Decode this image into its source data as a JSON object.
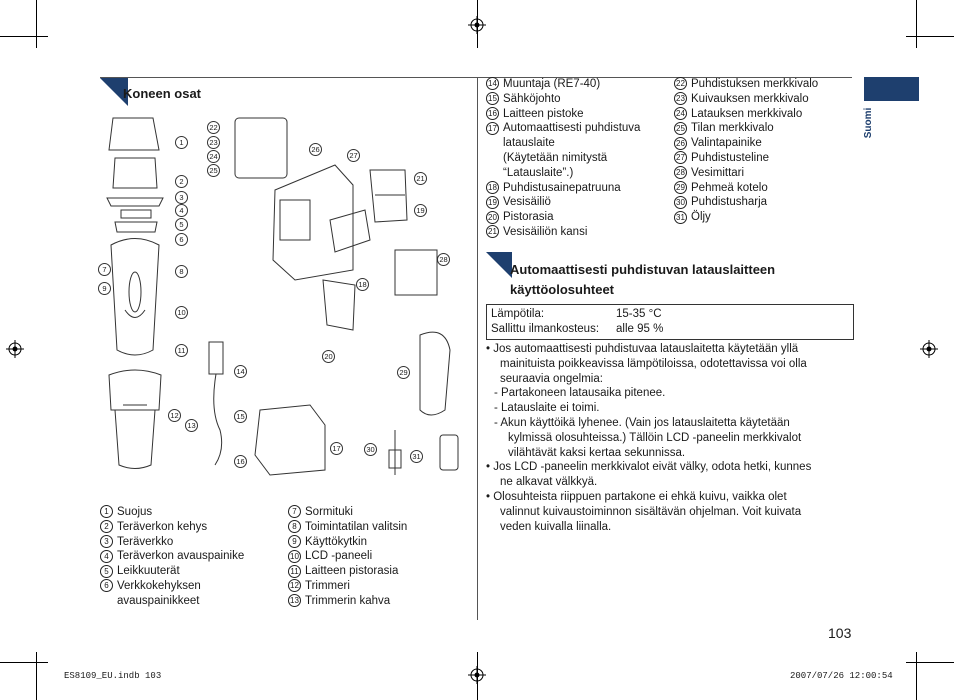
{
  "section1": {
    "title": "Koneen osat"
  },
  "section2": {
    "title_line1": "Automaattisesti puhdistuvan latauslaitteen",
    "title_line2": "käyttöolosuhteet"
  },
  "side_tab": "Suomi",
  "page_number": "103",
  "footer": {
    "file": "ES8109_EU.indb   103",
    "date": "2007/07/26   12:00:54"
  },
  "parts_col1": [
    {
      "num": "1",
      "label": "Suojus"
    },
    {
      "num": "2",
      "label": "Teräverkon kehys"
    },
    {
      "num": "3",
      "label": "Teräverkko"
    },
    {
      "num": "4",
      "label": "Teräverkon avauspainike"
    },
    {
      "num": "5",
      "label": "Leikkuuterät"
    },
    {
      "num": "6",
      "label": "Verkkokehyksen",
      "cont": "avauspainikkeet"
    }
  ],
  "parts_col2": [
    {
      "num": "7",
      "label": "Sormituki"
    },
    {
      "num": "8",
      "label": "Toimintatilan valitsin"
    },
    {
      "num": "9",
      "label": "Käyttökytkin"
    },
    {
      "num": "10",
      "label": "LCD -paneeli"
    },
    {
      "num": "11",
      "label": "Laitteen pistorasia"
    },
    {
      "num": "12",
      "label": "Trimmeri"
    },
    {
      "num": "13",
      "label": "Trimmerin kahva"
    }
  ],
  "parts_col3": [
    {
      "num": "14",
      "label": "Muuntaja (RE7-40)"
    },
    {
      "num": "15",
      "label": "Sähköjohto"
    },
    {
      "num": "16",
      "label": "Laitteen pistoke"
    },
    {
      "num": "17",
      "label": "Automaattisesti puhdistuva",
      "cont": "latauslaite",
      "cont2": "(Käytetään nimitystä",
      "cont3": "“Latauslaite”.)"
    },
    {
      "num": "18",
      "label": "Puhdistusainepatruuna"
    },
    {
      "num": "19",
      "label": "Vesisäiliö"
    },
    {
      "num": "20",
      "label": "Pistorasia"
    },
    {
      "num": "21",
      "label": "Vesisäiliön kansi"
    }
  ],
  "parts_col4": [
    {
      "num": "22",
      "label": "Puhdistuksen merkkivalo"
    },
    {
      "num": "23",
      "label": "Kuivauksen merkkivalo"
    },
    {
      "num": "24",
      "label": "Latauksen merkkivalo"
    },
    {
      "num": "25",
      "label": "Tilan merkkivalo"
    },
    {
      "num": "26",
      "label": "Valintapainike"
    },
    {
      "num": "27",
      "label": "Puhdistusteline"
    },
    {
      "num": "28",
      "label": "Vesimittari"
    },
    {
      "num": "29",
      "label": "Pehmeä kotelo"
    },
    {
      "num": "30",
      "label": "Puhdistusharja"
    },
    {
      "num": "31",
      "label": "Öljy"
    }
  ],
  "conditions": {
    "row1_label": "Lämpötila:",
    "row1_value": "15-35 °C",
    "row2_label": "Sallittu ilmankosteus:",
    "row2_value": "alle 95 %"
  },
  "notes": {
    "b1": "• Jos automaattisesti puhdistuvaa latauslaitetta käytetään yllä",
    "b1_2": "mainituista poikkeavissa lämpötiloissa, odotettavissa voi olla",
    "b1_3": "seuraavia ongelmia:",
    "d1": "- Partakoneen latausaika pitenee.",
    "d2": "- Latauslaite ei toimi.",
    "d3": "- Akun käyttöikä lyhenee. (Vain jos latauslaitetta käytetään",
    "d3_2": "kylmissä olosuhteissa.) Tällöin LCD -paneelin merkkivalot",
    "d3_3": "vilähtävät kaksi kertaa sekunnissa.",
    "b2": "• Jos LCD -paneelin merkkivalot eivät välky, odota hetki, kunnes",
    "b2_2": "ne alkavat välkkyä.",
    "b3": "• Olosuhteista riippuen partakone ei ehkä kuivu, vaikka olet",
    "b3_2": "valinnut kuivaustoiminnon sisältävän ohjelman. Voit kuivata",
    "b3_3": "veden kuivalla liinalla."
  },
  "colors": {
    "accent": "#1e3f6e",
    "line": "#222222"
  }
}
